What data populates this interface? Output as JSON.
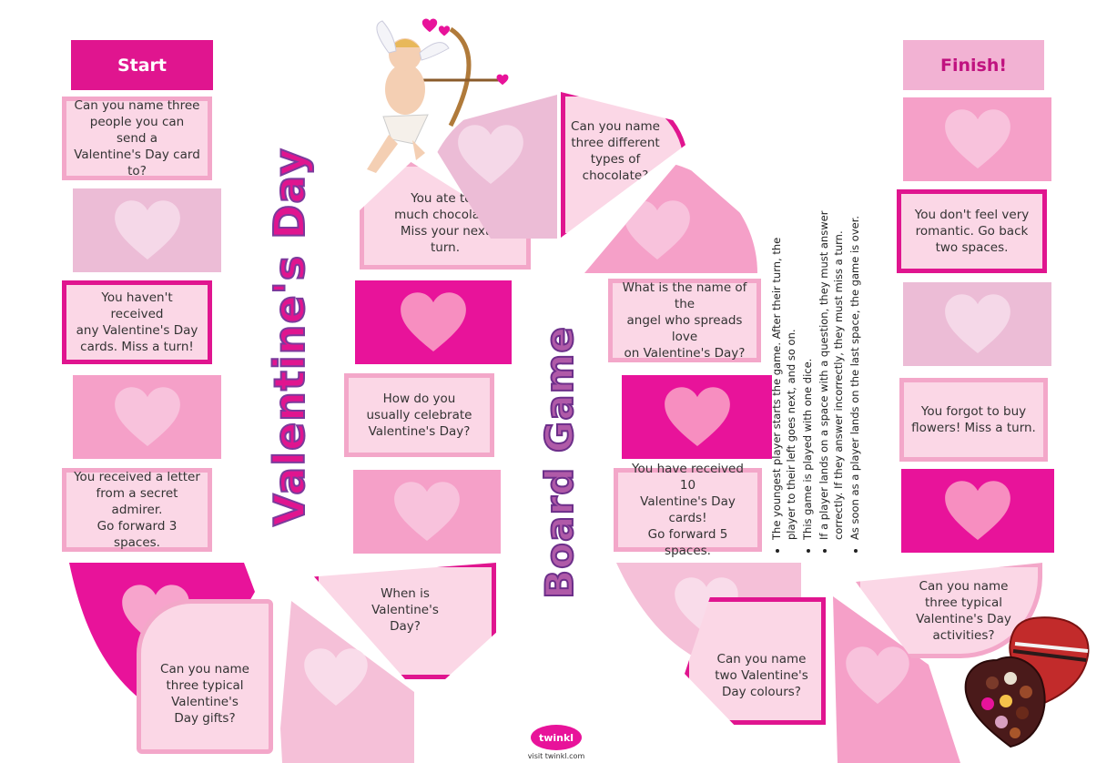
{
  "start_label": "Start",
  "finish_label": "Finish!",
  "title_part1": "Valentine's Day",
  "title_part2": "Board Game",
  "squares": {
    "l1": "Can you name three\npeople you can send a\nValentine's Day card to?",
    "l3": "You haven't received\nany Valentine's Day\ncards. Miss a turn!",
    "l5": "You received a letter\nfrom a secret admirer.\nGo forward 3 spaces.",
    "arc_l": "Can you name\nthree typical\nValentine's\nDay gifts?",
    "m1": "When is\nValentine's\nDay?",
    "m2": "How do you\nusually celebrate\nValentine's Day?",
    "m3": "You ate too\nmuch chocolate.\nMiss your next\nturn.",
    "top_q": "Can you name\nthree different\ntypes of\nchocolate?",
    "m4": "What is the name of the\nangel who spreads love\non Valentine's Day?",
    "m5": "You have received 10\nValentine's Day cards!\nGo forward 5 spaces.",
    "arc_r": "Can you name\ntwo Valentine's\nDay colours?",
    "r_arc": "Can you name\nthree typical\nValentine's Day\nactivities?",
    "r4": "You forgot to buy\nflowers! Miss a turn.",
    "r2": "You don't feel very\nromantic. Go back\ntwo spaces."
  },
  "rules": [
    "The youngest player starts the game. After their turn, the player to their left goes next, and so on.",
    "This game is played with one dice.",
    "If a player lands on a space with a question, they must answer correctly. If they answer incorrectly, they must miss a turn.",
    "As soon as a player lands on the last space, the game is over."
  ],
  "logo_text": "twinkl",
  "logo_url_text": "visit twinkl.com",
  "colors": {
    "hot_pink": "#e8139a",
    "purple_outline": "#7b3a9c",
    "pale_pink": "#fbd7e6"
  },
  "icons": [
    "heart-icon",
    "cupid-illustration",
    "chocolate-box-illustration"
  ]
}
